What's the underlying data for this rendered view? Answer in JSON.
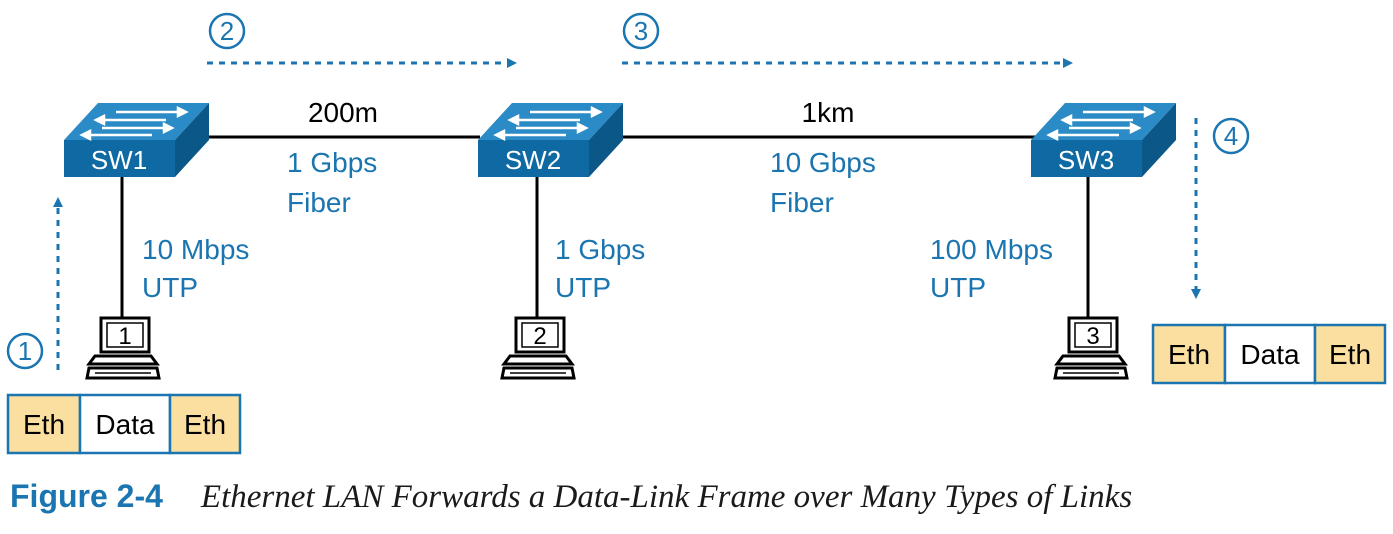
{
  "colors": {
    "accent": "#1a75b0",
    "switch_top": "#2b8bc6",
    "switch_front": "#0f6aa3",
    "switch_side": "#0b5788",
    "eth_fill": "#fbdfa0",
    "border": "#1a75b0"
  },
  "switches": [
    {
      "id": "sw1",
      "label": "SW1"
    },
    {
      "id": "sw2",
      "label": "SW2"
    },
    {
      "id": "sw3",
      "label": "SW3"
    }
  ],
  "pcs": [
    {
      "id": "pc1",
      "label": "1"
    },
    {
      "id": "pc2",
      "label": "2"
    },
    {
      "id": "pc3",
      "label": "3"
    }
  ],
  "trunk_links": [
    {
      "id": "sw1-sw2",
      "distance": "200m",
      "speed": "1 Gbps",
      "medium": "Fiber"
    },
    {
      "id": "sw2-sw3",
      "distance": "1km",
      "speed": "10 Gbps",
      "medium": "Fiber"
    }
  ],
  "access_links": [
    {
      "id": "sw1-pc1",
      "speed": "10 Mbps",
      "medium": "UTP"
    },
    {
      "id": "sw2-pc2",
      "speed": "1 Gbps",
      "medium": "UTP"
    },
    {
      "id": "sw3-pc3",
      "speed": "100 Mbps",
      "medium": "UTP"
    }
  ],
  "steps": [
    "1",
    "2",
    "3",
    "4"
  ],
  "frames": [
    {
      "id": "frame-sent",
      "fields": [
        "Eth",
        "Data",
        "Eth"
      ]
    },
    {
      "id": "frame-received",
      "fields": [
        "Eth",
        "Data",
        "Eth"
      ]
    }
  ],
  "caption": {
    "label": "Figure 2-4",
    "text": "Ethernet LAN Forwards a Data-Link Frame over Many Types of Links"
  }
}
